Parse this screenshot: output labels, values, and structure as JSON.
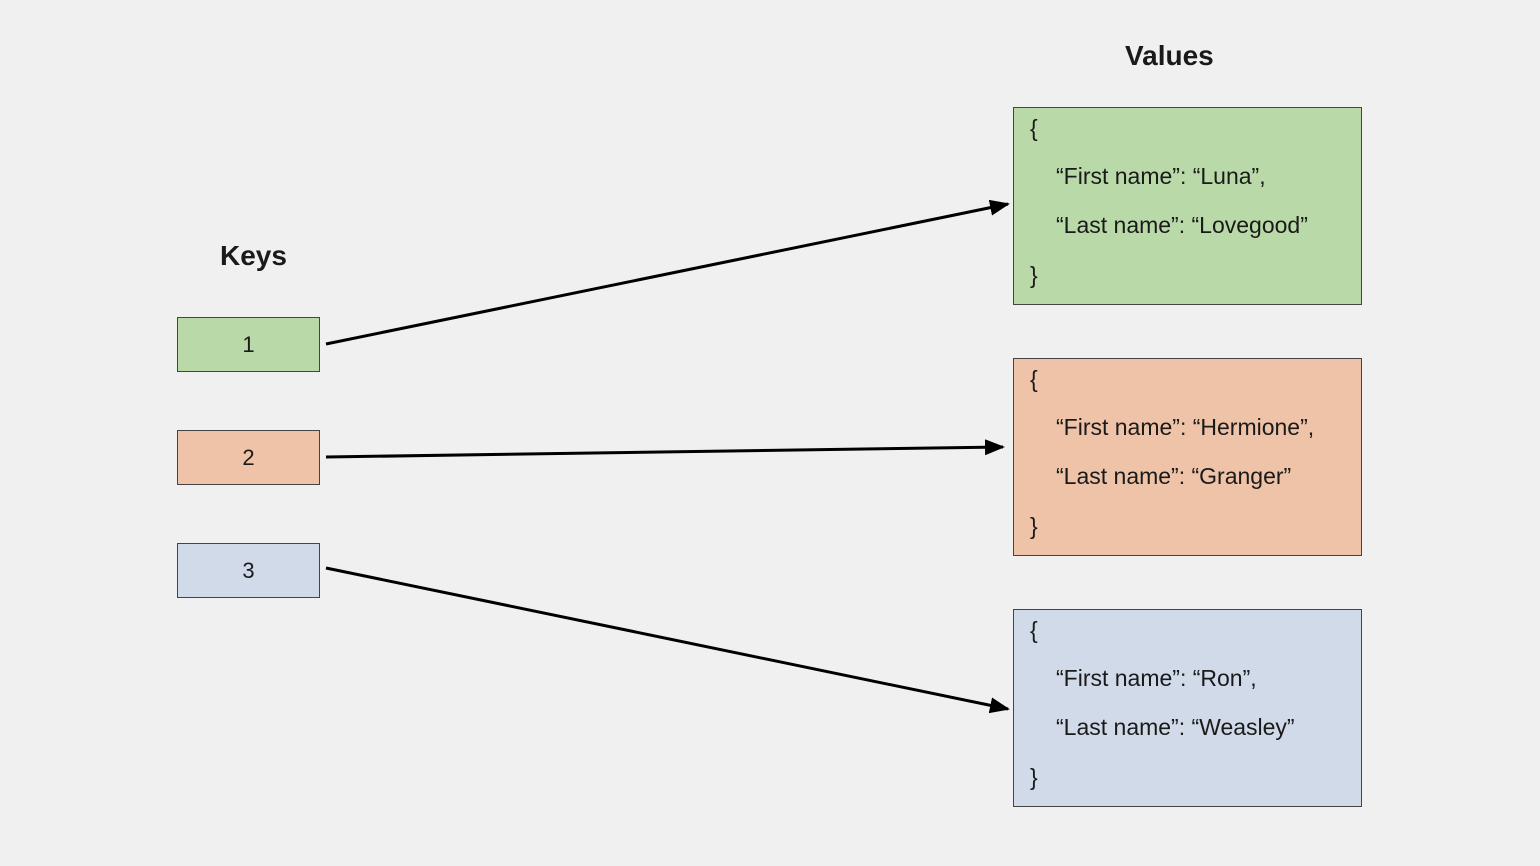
{
  "colors": {
    "green": "#b9daa8",
    "orange": "#efc3a8",
    "blue": "#d0dae8",
    "background": "#f0f0f0",
    "line": "#000000"
  },
  "keys": {
    "heading": "Keys",
    "items": [
      {
        "label": "1",
        "color": "green"
      },
      {
        "label": "2",
        "color": "orange"
      },
      {
        "label": "3",
        "color": "blue"
      }
    ]
  },
  "values": {
    "heading": "Values",
    "items": [
      {
        "open_brace": "{",
        "first_line": "“First name”: “Luna”,",
        "last_line": "“Last name”: “Lovegood”",
        "close_brace": "}",
        "color": "green"
      },
      {
        "open_brace": "{",
        "first_line": "“First name”: “Hermione”,",
        "last_line": "“Last name”: “Granger”",
        "close_brace": "}",
        "color": "orange"
      },
      {
        "open_brace": "{",
        "first_line": "“First name”: “Ron”,",
        "last_line": "“Last name”: “Weasley”",
        "close_brace": "}",
        "color": "blue"
      }
    ]
  },
  "connections": [
    {
      "from": "1",
      "to": 0
    },
    {
      "from": "2",
      "to": 1
    },
    {
      "from": "3",
      "to": 2
    }
  ]
}
